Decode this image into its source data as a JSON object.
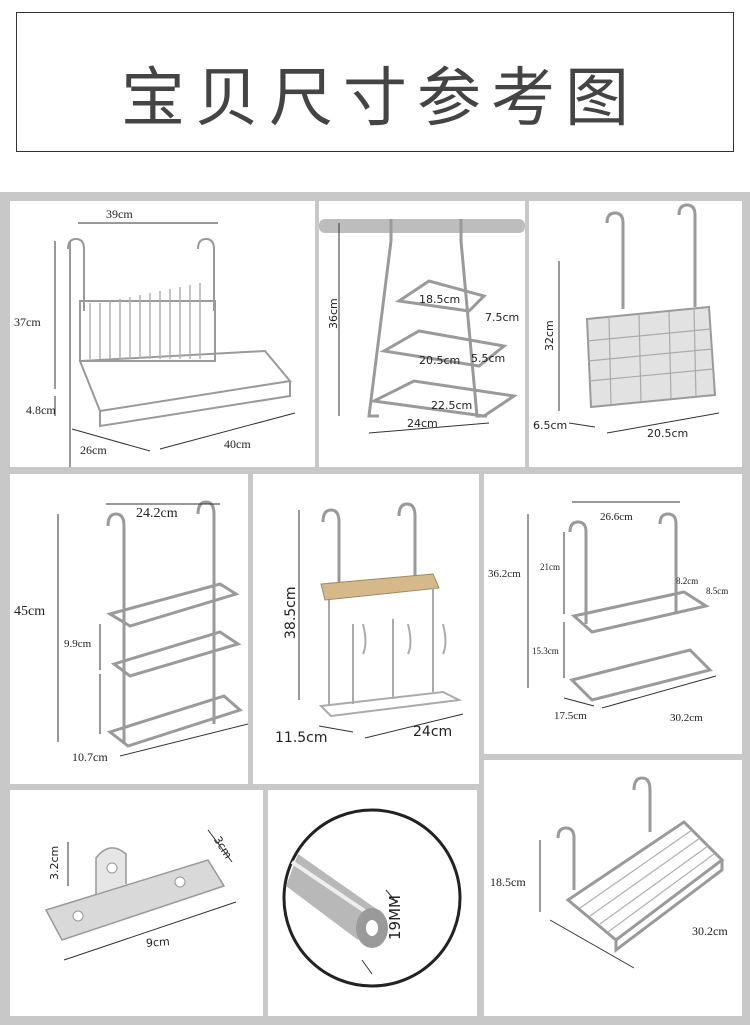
{
  "title": "宝贝尺寸参考图",
  "panels": {
    "dish_rack": {
      "width": "39cm",
      "height": "37cm",
      "foot": "4.8cm",
      "depth": "26cm",
      "length": "40cm"
    },
    "lid_rack": {
      "height": "36cm",
      "top": "18.5cm",
      "top_gap": "7.5cm",
      "mid": "20.5cm",
      "mid_gap": "5.5cm",
      "bottom": "22.5cm",
      "base": "24cm"
    },
    "utensil_holder": {
      "height": "32cm",
      "depth": "6.5cm",
      "width": "20.5cm"
    },
    "two_tier_shelf": {
      "width": "24.2cm",
      "height": "45cm",
      "gap": "9.9cm",
      "depth": "10.7cm"
    },
    "knife_board_rack": {
      "height": "38.5cm",
      "depth": "11.5cm",
      "width": "24cm"
    },
    "double_shelf": {
      "width": "26.6cm",
      "height": "36.2cm",
      "hook": "21cm",
      "rail1": "8.2cm",
      "rail2": "8.5cm",
      "gap": "15.3cm",
      "depth": "17.5cm",
      "length": "30.2cm"
    },
    "bracket": {
      "height": "3.2cm",
      "width": "3cm",
      "length": "9cm"
    },
    "rod": {
      "diameter": "19MM"
    },
    "hanging_tray": {
      "depth": "18.5cm",
      "length": "30.2cm"
    }
  }
}
